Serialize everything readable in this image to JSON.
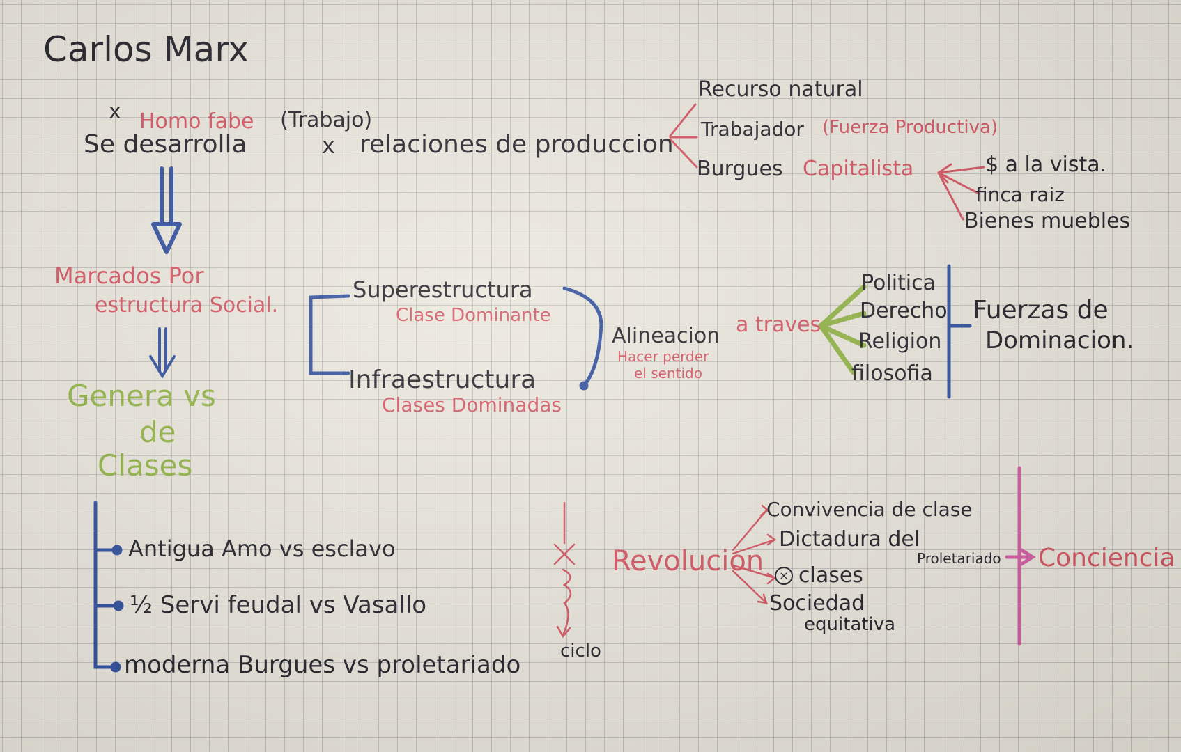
{
  "title": "Carlos Marx",
  "sub_x": "x",
  "homo_faber": "Homo fabe",
  "trabajo": "(Trabajo)",
  "se_desarrolla": "Se desarrolla",
  "times": "x",
  "relaciones": "relaciones de produccion",
  "recurso_natural": "Recurso natural",
  "trabajador": "Trabajador",
  "fuerza_productiva": "(Fuerza Productiva)",
  "burgues": "Burgues",
  "capitalista": "Capitalista",
  "dinero_vista": "$ a la vista.",
  "finca_raiz": "finca raiz",
  "bienes_muebles": "Bienes muebles",
  "marcados_por": "Marcados Por",
  "estructura_social": "estructura Social.",
  "superestructura": "Superestructura",
  "clase_dominante": "Clase Dominante",
  "infraestructura": "Infraestructura",
  "clases_dominadas": "Clases Dominadas",
  "alineacion": "Alineacion",
  "hacer_perder_1": "Hacer perder",
  "hacer_perder_2": "el sentido",
  "a_traves": "a traves",
  "politica": "Politica",
  "derecho": "Derecho",
  "religion": "Religion",
  "filosofia": "filosofia",
  "fuerzas_1": "Fuerzas de",
  "fuerzas_2": "Dominacion.",
  "genera_1": "Genera vs",
  "genera_2": "de",
  "genera_3": "Clases",
  "antigua": "Antigua Amo vs esclavo",
  "medieval": "½ Servi feudal vs Vasallo",
  "moderna": "moderna Burgues vs proletariado",
  "ciclo": "ciclo",
  "revolucion": "Revolucion",
  "convivencia": "Convivencia de clase",
  "dictadura": "Dictadura del",
  "proletariado": "Proletariado",
  "clases_x": "clases",
  "sociedad": "Sociedad",
  "equitativa": "equitativa",
  "conciencia": "Conciencia",
  "colors": {
    "ink": "#1b1b22",
    "red": "#d3505d",
    "green": "#8fb241",
    "blue": "#2a4a9a",
    "pink": "#d55aa2",
    "paper": "#eae6dc"
  }
}
